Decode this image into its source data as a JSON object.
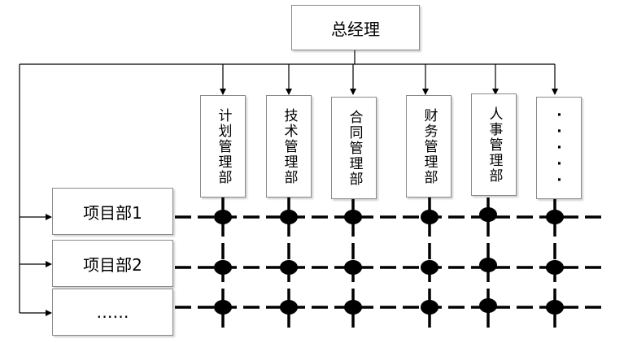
{
  "org_chart": {
    "top": {
      "label": "总经理"
    },
    "departments": [
      {
        "id": "plan",
        "label": "计划管理部"
      },
      {
        "id": "tech",
        "label": "技术管理部"
      },
      {
        "id": "contract",
        "label": "合同管理部"
      },
      {
        "id": "finance",
        "label": "财务管理部"
      },
      {
        "id": "hr",
        "label": "人事管理部"
      },
      {
        "id": "more",
        "label": "·····"
      }
    ],
    "projects": [
      {
        "id": "p1",
        "label": "项目部1"
      },
      {
        "id": "p2",
        "label": "项目部2"
      },
      {
        "id": "more",
        "label": "……"
      }
    ]
  },
  "colors": {
    "line": "#000000",
    "node": "#000000",
    "box_border": "#8a8a8a"
  }
}
